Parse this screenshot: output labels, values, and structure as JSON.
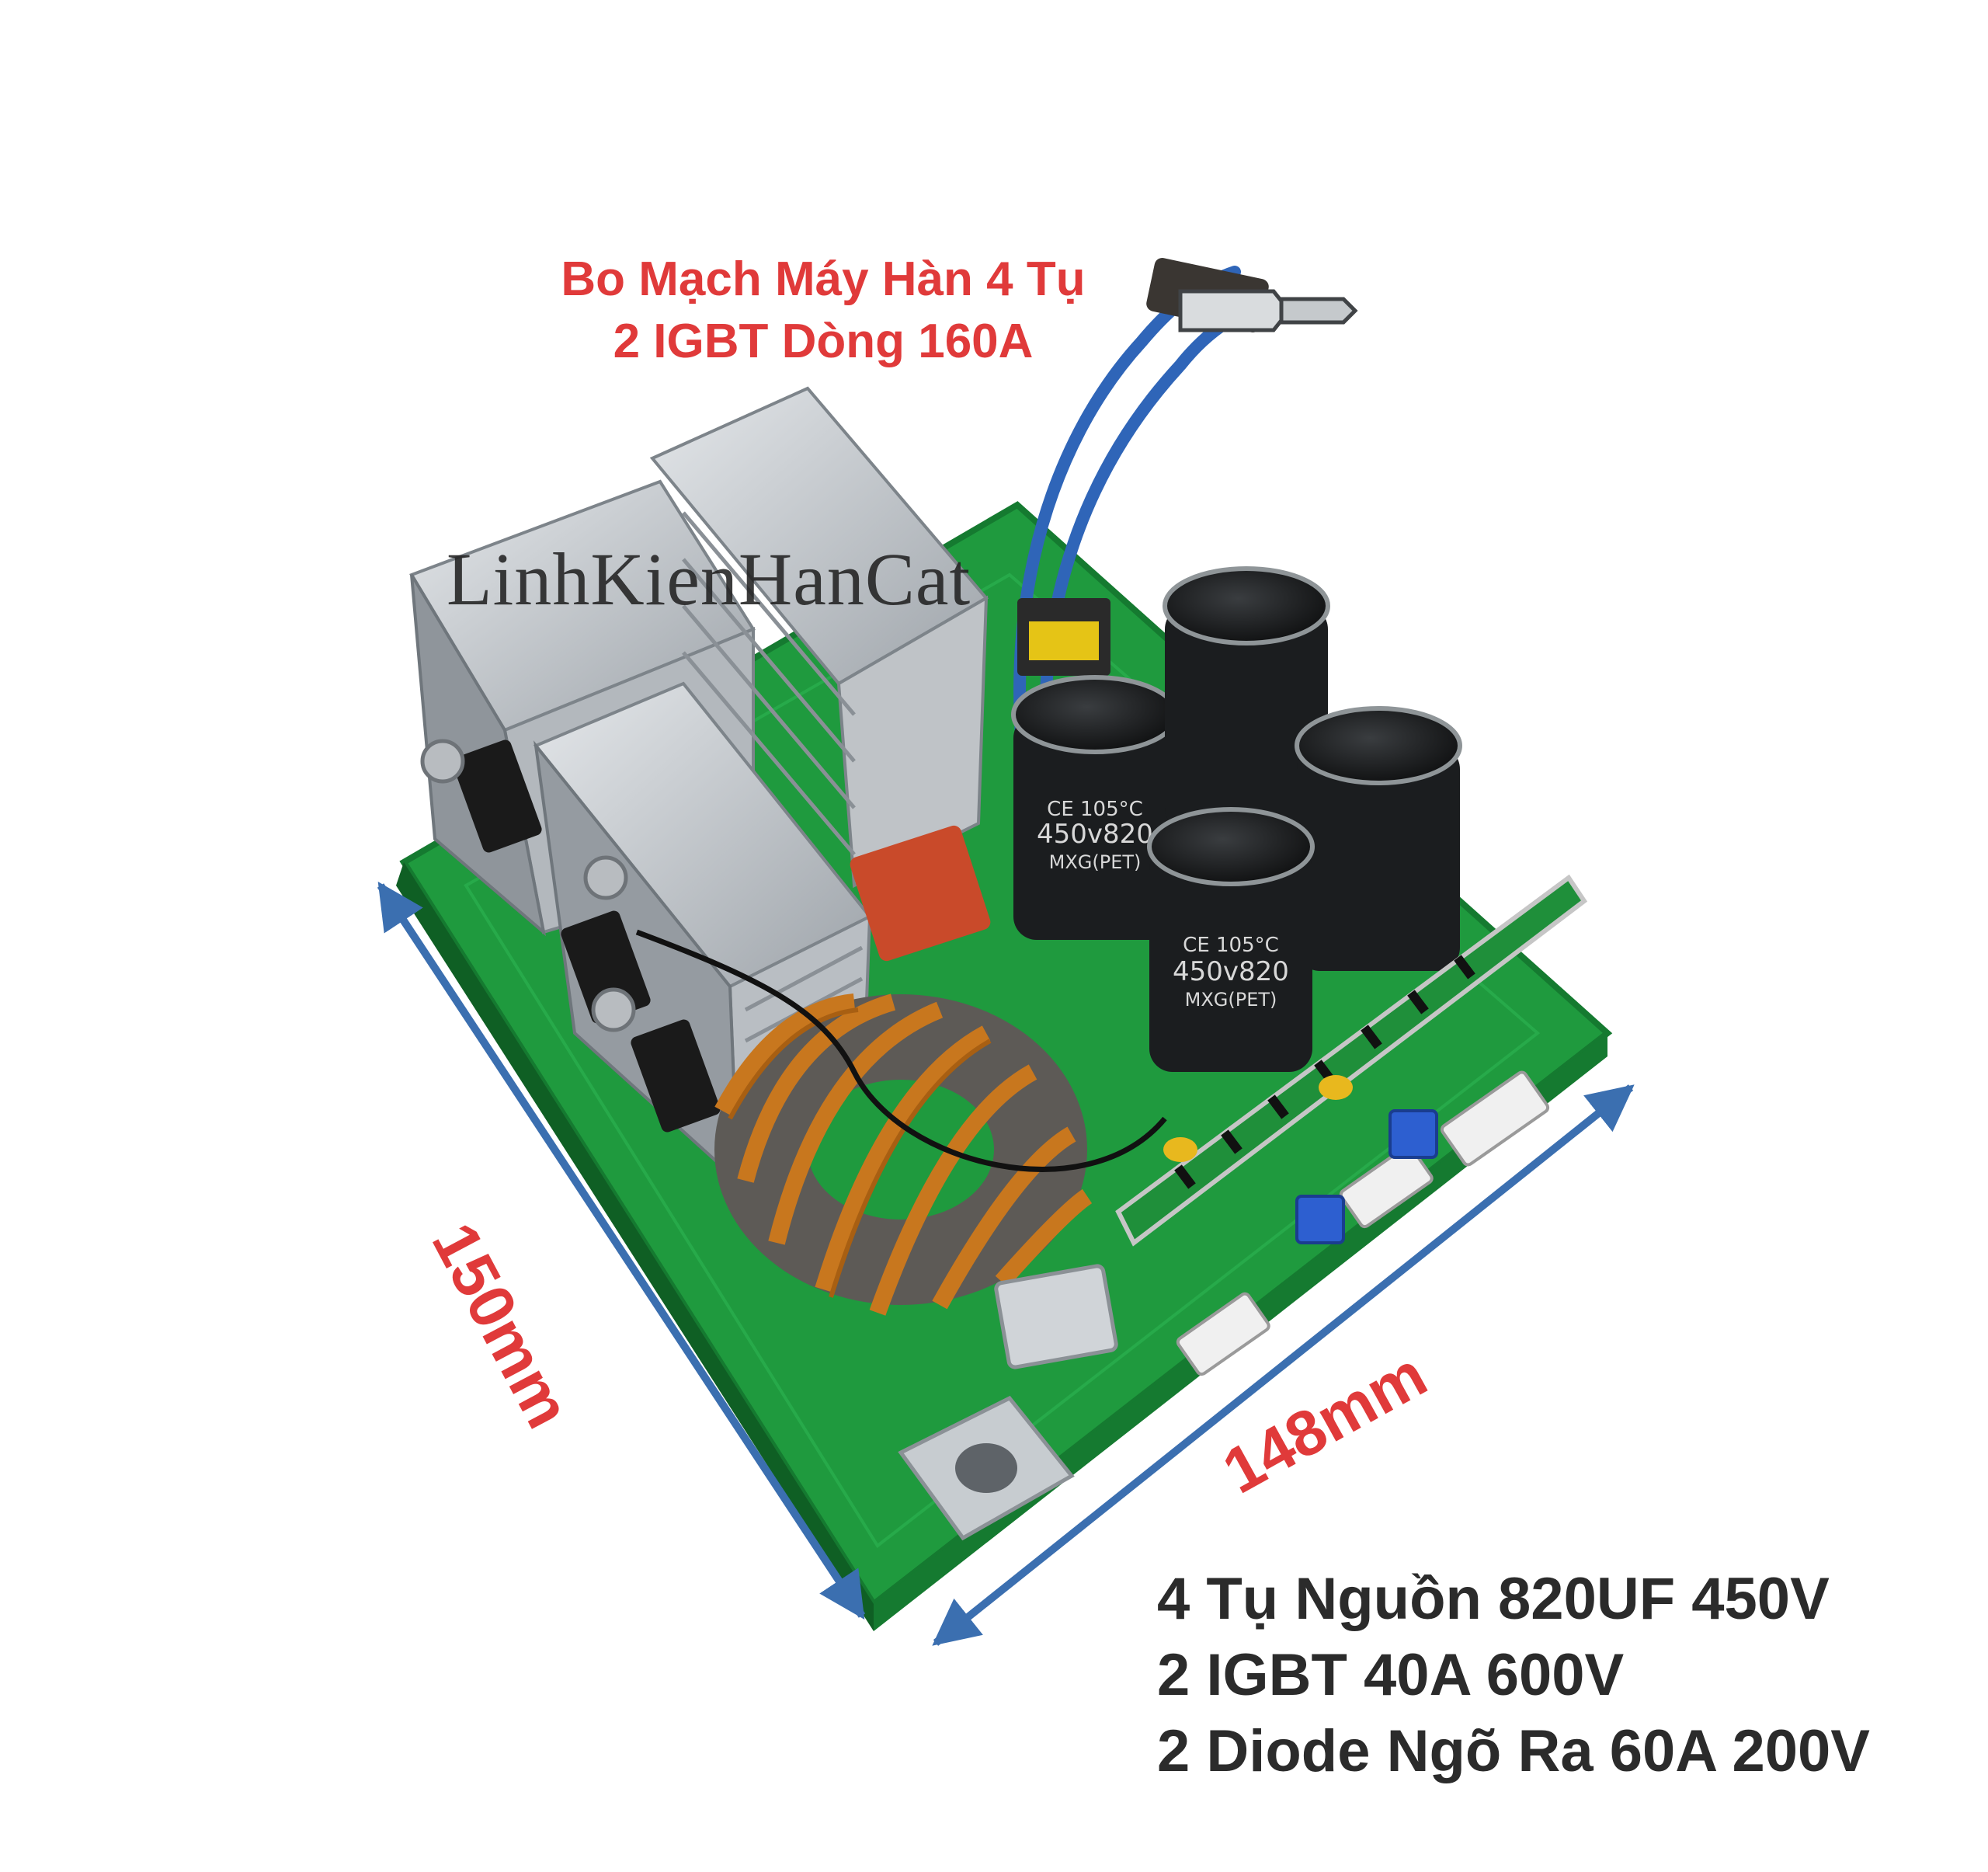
{
  "title": {
    "line1": "Bo Mạch Máy Hàn 4 Tụ",
    "line2": "2 IGBT Dòng 160A"
  },
  "watermark": "LinhKienHanCat",
  "dimensions": {
    "left": "150mm",
    "bottom": "148mm"
  },
  "specs": [
    "4 Tụ Nguồn 820UF 450V",
    "2 IGBT 40A 600V",
    "2 Diode Ngõ Ra 60A 200V"
  ],
  "capacitor_markings": {
    "rating": "450v820",
    "temp": "CE 105°C",
    "series": "MXG(PET)"
  },
  "colors": {
    "title": "#e03a3a",
    "arrow": "#3b6fb0",
    "pcb": "#1f9a3e",
    "pcb_dark": "#157a30",
    "heatsink": "#c9cdd1",
    "capacitor": "#1b1d1f",
    "copper": "#c8771e"
  }
}
